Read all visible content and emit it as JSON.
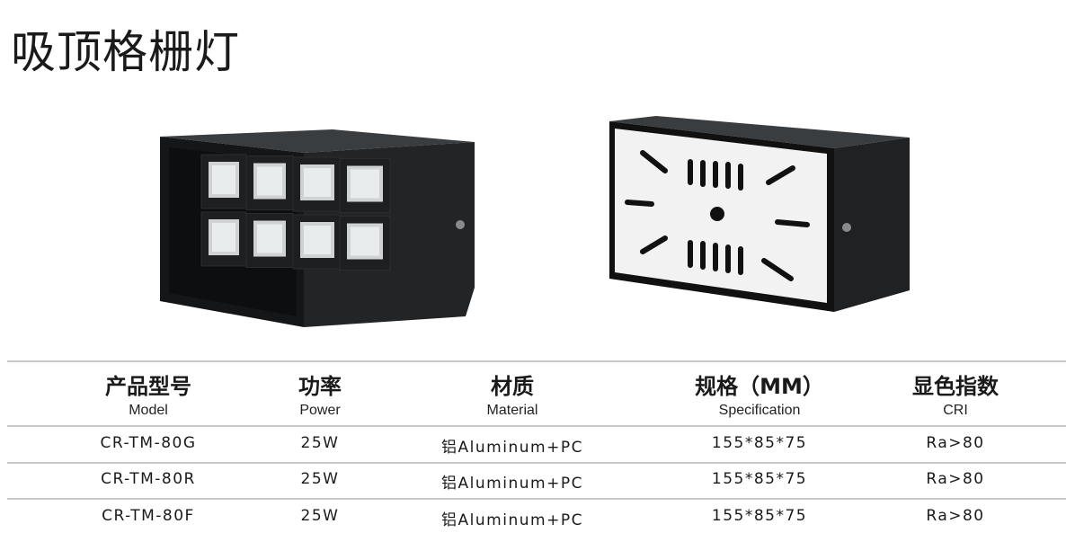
{
  "title": "吸顶格栅灯",
  "table": {
    "headers": [
      {
        "zh": "产品型号",
        "en": "Model"
      },
      {
        "zh": "功率",
        "en": "Power"
      },
      {
        "zh": "材质",
        "en": "Material"
      },
      {
        "zh": "规格（MM）",
        "en": "Specification"
      },
      {
        "zh": "显色指数",
        "en": "CRI"
      }
    ],
    "rows": [
      [
        "CR-TM-80G",
        "25W",
        "铝Aluminum+PC",
        "155*85*75",
        "Ra>80"
      ],
      [
        "CR-TM-80R",
        "25W",
        "铝Aluminum+PC",
        "155*85*75",
        "Ra>80"
      ],
      [
        "CR-TM-80F",
        "25W",
        "铝Aluminum+PC",
        "155*85*75",
        "Ra>80"
      ]
    ]
  }
}
